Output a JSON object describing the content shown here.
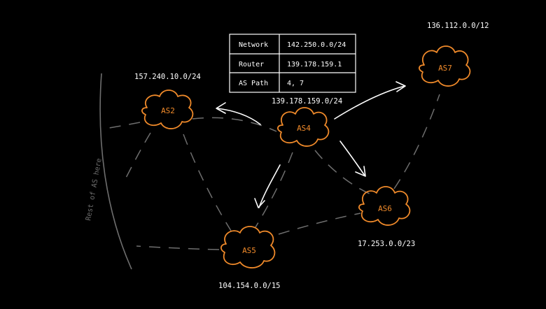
{
  "nodes": {
    "as2": {
      "name": "AS2",
      "prefix": "157.240.10.0/24"
    },
    "as4": {
      "name": "AS4",
      "prefix": "139.178.159.0/24"
    },
    "as5": {
      "name": "AS5",
      "prefix": "104.154.0.0/15"
    },
    "as6": {
      "name": "AS6",
      "prefix": "17.253.0.0/23"
    },
    "as7": {
      "name": "AS7",
      "prefix": "136.112.0.0/12"
    }
  },
  "route_table": {
    "rows": [
      {
        "key": "Network",
        "value": "142.250.0.0/24"
      },
      {
        "key": "Router",
        "value": "139.178.159.1"
      },
      {
        "key": "AS Path",
        "value": "4, 7"
      }
    ]
  },
  "side_label": "Rest of AS here",
  "colors": {
    "background": "#000000",
    "cloud": "#f08a2a",
    "link": "#6e6e6e",
    "arrow": "#ffffff"
  }
}
